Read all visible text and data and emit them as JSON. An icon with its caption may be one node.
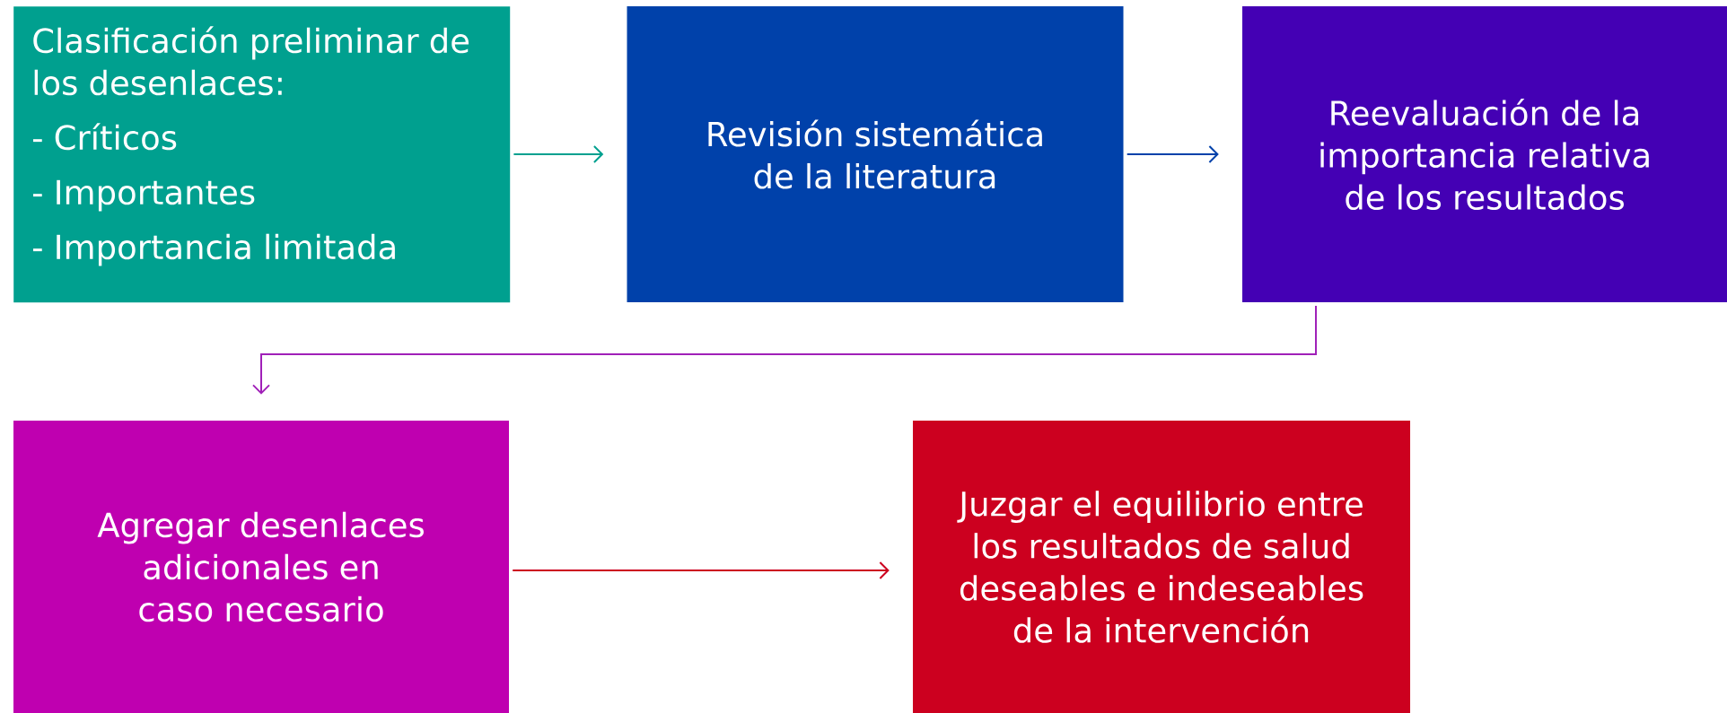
{
  "diagram": {
    "nodes": [
      {
        "text": [
          "Clasificación preliminar de los desenlaces:",
          "- Críticos",
          "- Importantes",
          "- Importancia limitada"
        ]
      },
      {
        "text": [
          "Revisión sistemática de la literatura"
        ]
      },
      {
        "text": [
          "Reevaluación de la importancia relativa de los resultados"
        ]
      },
      {
        "text": [
          "Agregar desenlaces adicionales en caso necesario"
        ]
      },
      {
        "text": [
          "Juzgar el equilibrio entre los resultados de salud deseables e indeseables de la intervención"
        ]
      }
    ],
    "edges": [
      {
        "from": 0,
        "to": 1,
        "arrow": "to",
        "color": "#00a08f"
      },
      {
        "from": 1,
        "to": 2,
        "arrow": "to",
        "color": "#0041aa"
      },
      {
        "from": 2,
        "to": 3,
        "arrow": "to",
        "color": "#a020b8"
      },
      {
        "from": 3,
        "to": 4,
        "arrow": "to",
        "color": "#cc001f"
      }
    ]
  }
}
